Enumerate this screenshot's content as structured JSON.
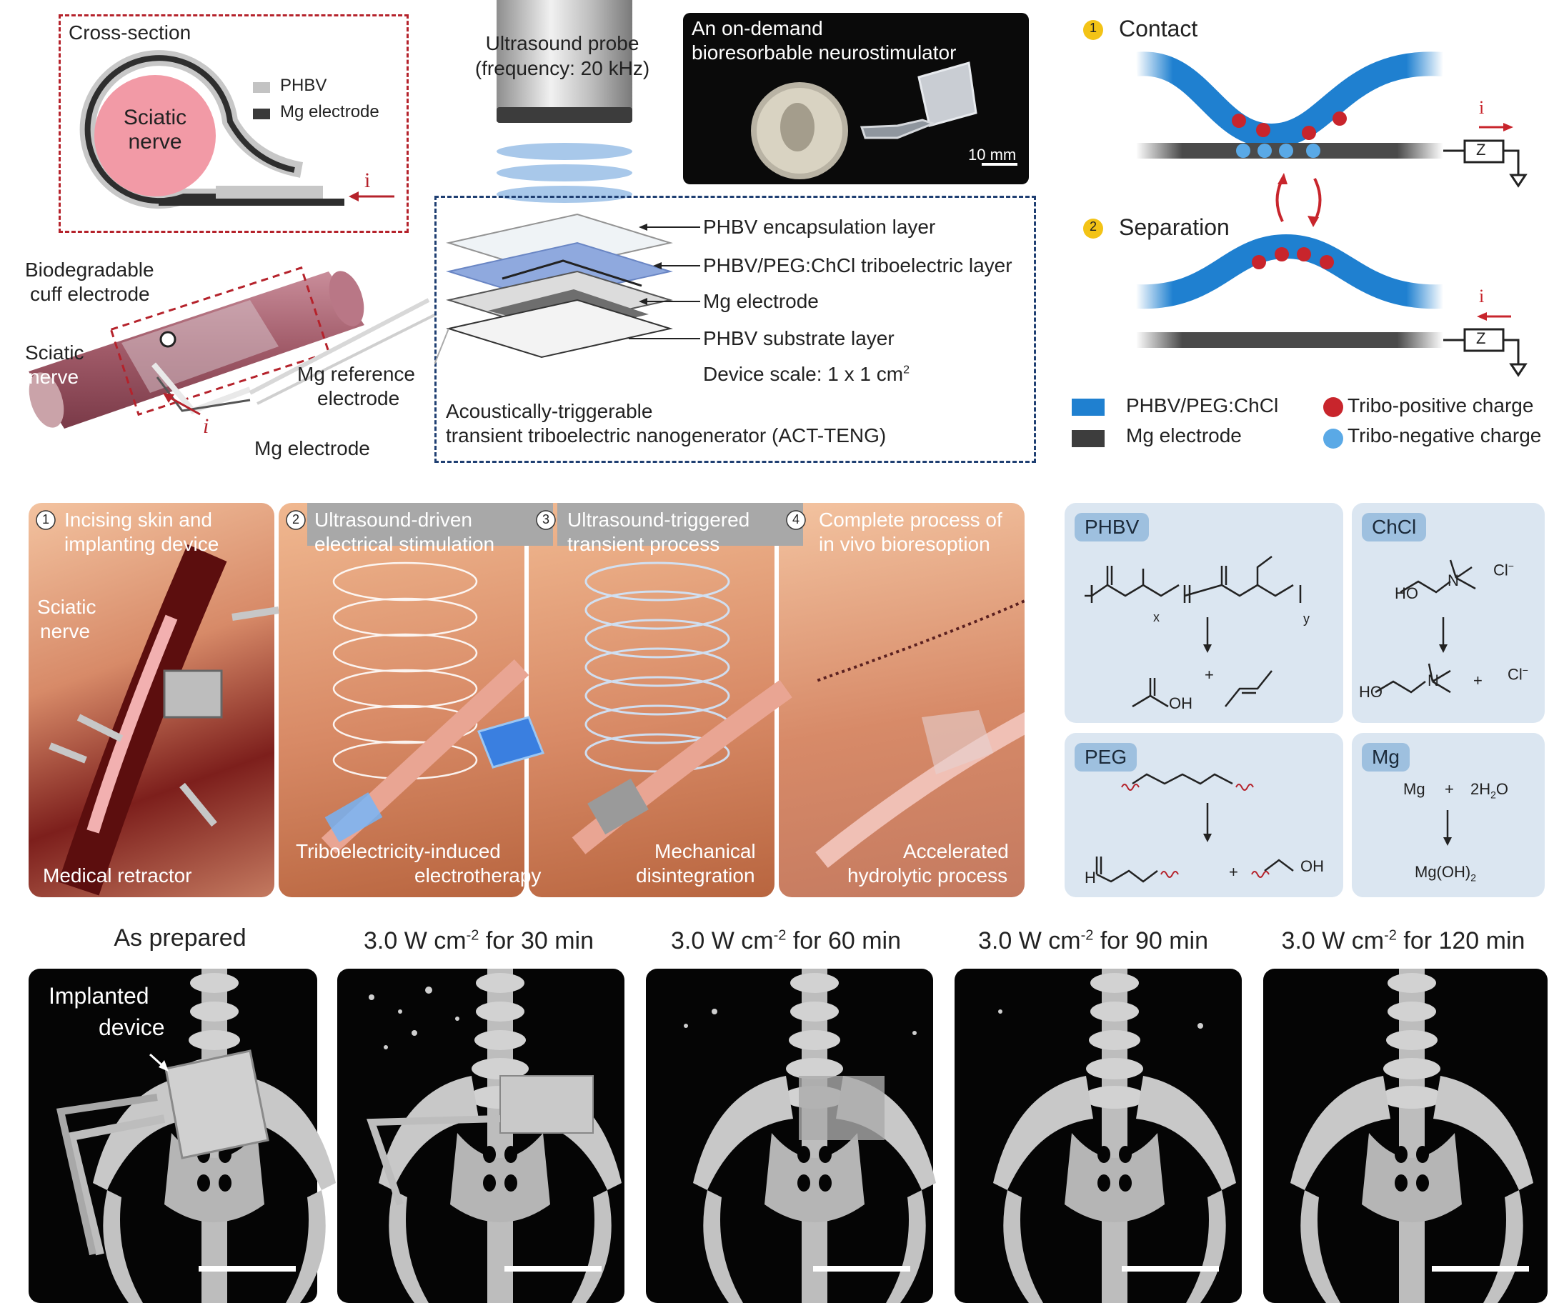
{
  "cross_section": {
    "title": "Cross-section",
    "nerve_label": "Sciatic nerve",
    "legend": [
      {
        "label": "PHBV",
        "color": "#c3c3c3"
      },
      {
        "label": "Mg electrode",
        "color": "#3a3a3a"
      }
    ],
    "current_label": "i"
  },
  "probe": {
    "label_line1": "Ultrasound probe",
    "label_line2": "(frequency: 20 kHz)"
  },
  "photo": {
    "line1": "An on-demand",
    "line2": "bioresorbable neurostimulator",
    "scale": "10 mm"
  },
  "cuff": {
    "biodegradable_line1": "Biodegradable",
    "biodegradable_line2": "cuff electrode",
    "sciatic_line1": "Sciatic",
    "sciatic_line2": "nerve",
    "mg_ref_line1": "Mg reference",
    "mg_ref_line2": "electrode",
    "mg_electrode": "Mg electrode",
    "current_label": "i"
  },
  "layers": {
    "items": [
      "PHBV encapsulation layer",
      "PHBV/PEG:ChCl triboelectric layer",
      "Mg electrode",
      "PHBV substrate layer"
    ],
    "scale_prefix": "Device scale: 1 x 1 cm",
    "scale_sup": "2",
    "caption_line1": "Acoustically-triggerable",
    "caption_line2": "transient triboelectric nanogenerator (ACT-TENG)"
  },
  "mechanism": {
    "contact_num": "1",
    "contact": "Contact",
    "separation_num": "2",
    "separation": "Separation",
    "current_label": "i",
    "load_label": "Z",
    "legend": [
      {
        "label": "PHBV/PEG:ChCl",
        "color": "#1f80d0"
      },
      {
        "label": "Mg electrode",
        "color": "#3d3d3d"
      },
      {
        "label": "Tribo-positive charge",
        "color": "#c8252c"
      },
      {
        "label": "Tribo-negative charge",
        "color": "#5aa9e6"
      }
    ]
  },
  "steps": [
    {
      "num": "1",
      "line1": "Incising skin and",
      "line2": "implanting device",
      "note1a": "Sciatic",
      "note1b": "nerve",
      "note2": "Medical retractor"
    },
    {
      "num": "2",
      "line1": "Ultrasound-driven",
      "line2": "electrical stimulation",
      "note2a": "Triboelectricity-induced",
      "note2b": "electrotherapy"
    },
    {
      "num": "3",
      "line1": "Ultrasound-triggered",
      "line2": "transient process",
      "note2a": "Mechanical",
      "note2b": "disintegration"
    },
    {
      "num": "4",
      "line1": "Complete process of",
      "line2": "in vivo bioresoption",
      "note2a": "Accelerated",
      "note2b": "hydrolytic process"
    }
  ],
  "chemistry": {
    "phbv": "PHBV",
    "chcl": "ChCl",
    "peg": "PEG",
    "mg": "Mg",
    "mg_reaction": {
      "reactant1": "Mg",
      "plus": "+",
      "reactant2": "2H",
      "sub2": "2",
      "reactant2b": "O",
      "product": "Mg(OH)",
      "sub_product": "2"
    },
    "labels": {
      "x": "x",
      "y": "y",
      "ho": "HO",
      "oh": "OH",
      "h": "H",
      "o": "O",
      "cl": "Cl",
      "minus": "−",
      "plus": "+",
      "n": "N",
      "nplus": "+"
    }
  },
  "ct": {
    "panels": [
      {
        "title": "As prepared"
      },
      {
        "title_pre": "3.0 W cm",
        "title_sup": "-2",
        "title_post": " for 30 min"
      },
      {
        "title_pre": "3.0 W cm",
        "title_sup": "-2",
        "title_post": " for 60 min"
      },
      {
        "title_pre": "3.0 W cm",
        "title_sup": "-2",
        "title_post": " for 90 min"
      },
      {
        "title_pre": "3.0 W cm",
        "title_sup": "-2",
        "title_post": " for 120 min"
      }
    ],
    "implanted_line1": "Implanted",
    "implanted_line2": "device"
  },
  "colors": {
    "red_dash": "#b5222b",
    "blue_dash": "#1f3f72",
    "tribo_blue": "#1f80d0",
    "charge_pos": "#c8252c",
    "charge_neg": "#5aa9e6",
    "badge": "#f3c316"
  }
}
